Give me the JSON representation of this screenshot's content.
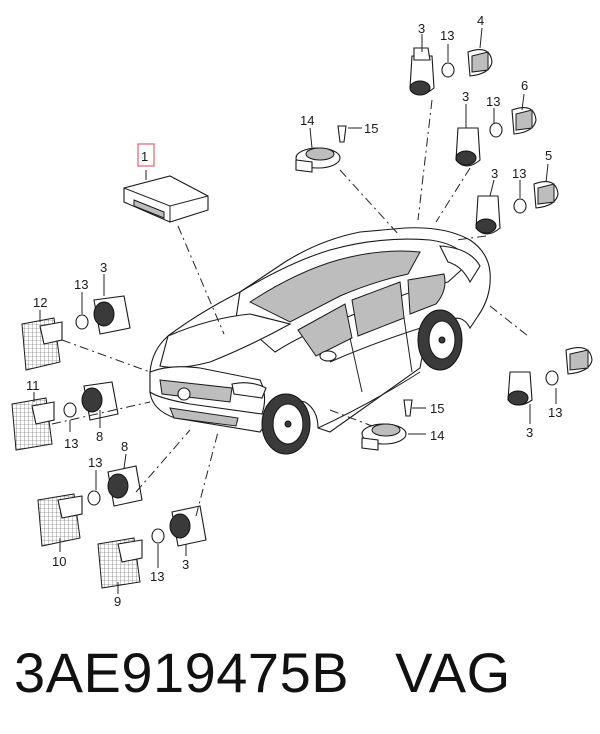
{
  "part_number": "3AE919475B",
  "brand": "VAG",
  "callouts": {
    "c1": "1",
    "c3a": "3",
    "c13a": "13",
    "c4": "4",
    "c14a": "14",
    "c15a": "15",
    "c3b": "3",
    "c13b": "13",
    "c6": "6",
    "c3c": "3",
    "c13c": "13",
    "c5": "5",
    "c12": "12",
    "c13d": "13",
    "c3d": "3",
    "c11": "11",
    "c13e": "13",
    "c8a": "8",
    "c8b": "8",
    "c13f": "13",
    "c10": "10",
    "c13g": "13",
    "c3e": "3",
    "c9": "9",
    "c15b": "15",
    "c14b": "14",
    "c3f": "3",
    "c13h": "13"
  },
  "colors": {
    "ink": "#1a1a1a",
    "highlight_box": "#e06070",
    "car_body": "#ffffff"
  }
}
